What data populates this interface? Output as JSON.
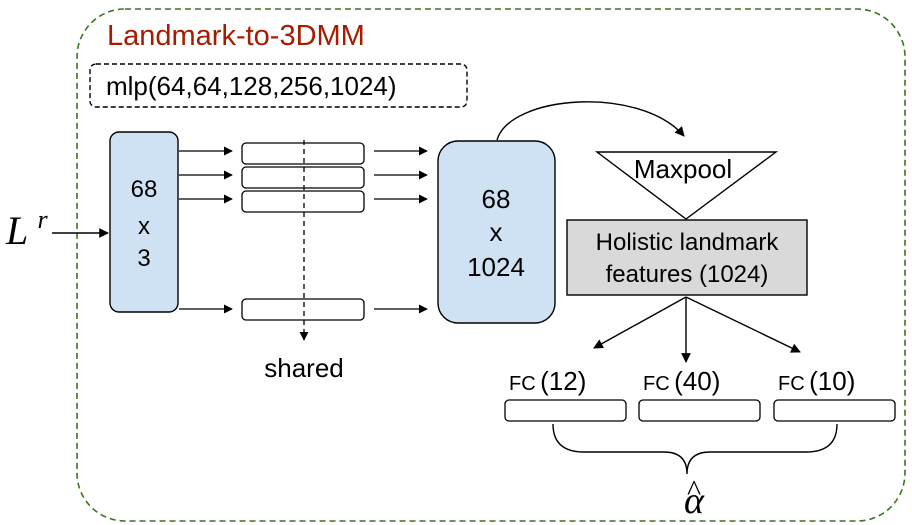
{
  "diagram": {
    "title": "Landmark-to-3DMM",
    "mlp_label": "mlp(64,64,128,256,1024)",
    "input_symbol": "L",
    "input_superscript": "r",
    "input_block": {
      "line1": "68",
      "line2": "x",
      "line3": "3"
    },
    "shared_label": "shared",
    "feature_block": {
      "line1": "68",
      "line2": "x",
      "line3": "1024"
    },
    "maxpool_label": "Maxpool",
    "holistic": {
      "line1": "Holistic landmark",
      "line2": "features (1024)"
    },
    "fc_heads": [
      {
        "prefix": "FC",
        "size": "(12)"
      },
      {
        "prefix": "FC",
        "size": "(40)"
      },
      {
        "prefix": "FC",
        "size": "(10)"
      }
    ],
    "output_symbol": "α",
    "output_accent": "^"
  },
  "colors": {
    "title": "#a61c00",
    "frame_border": "#38761d",
    "block_fill": "#cfe2f3",
    "holistic_fill": "#d9d9d9",
    "stroke": "#000000"
  }
}
